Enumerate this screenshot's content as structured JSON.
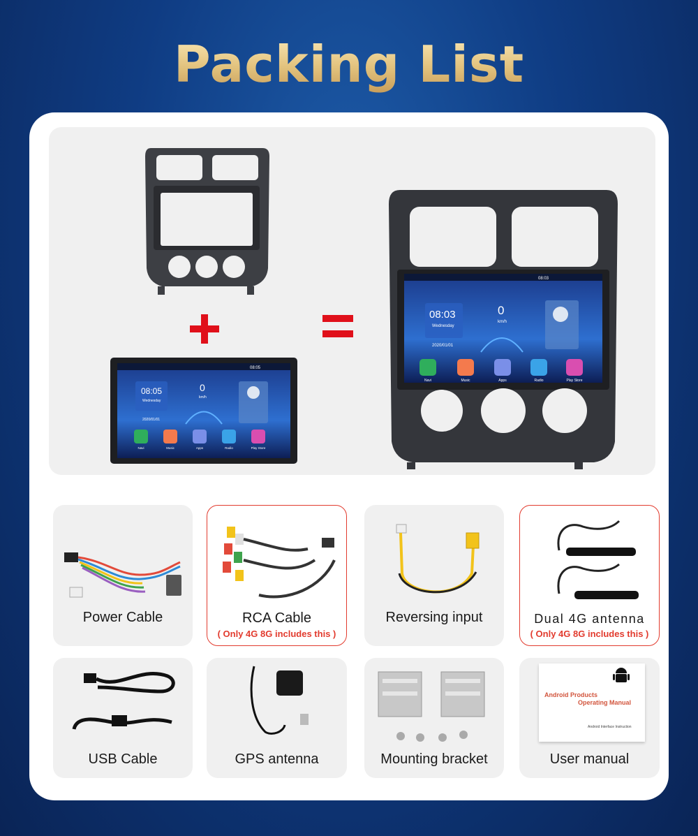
{
  "title": "Packing List",
  "colors": {
    "background": "#0f3c83",
    "title_gold": "#e8cf93",
    "accent_red": "#e23b2e"
  },
  "screen": {
    "time": "08:05",
    "day": "Wednesday",
    "date": "2020/01/01",
    "speed": "0",
    "speed_unit": "km/h",
    "status_time": "08:05",
    "apps": [
      "Navi",
      "Music",
      "Apps",
      "Radio",
      "Play Store"
    ]
  },
  "screen_large": {
    "time": "08:03",
    "day": "Wednesday",
    "date": "2020/01/01",
    "speed": "0",
    "speed_unit": "km/h",
    "status_time": "08:03",
    "apps": [
      "Navi",
      "Music",
      "Apps",
      "Radio",
      "Play Store"
    ]
  },
  "manual": {
    "line1": "Android Products",
    "line2": "Operating Manual",
    "footer": "Android Interface Instruction"
  },
  "items": {
    "power_cable": "Power Cable",
    "rca_cable": "RCA Cable",
    "rca_note": "( Only 4G 8G includes this )",
    "reversing_input": "Reversing input",
    "dual_4g_antenna": "Dual 4G antenna",
    "antenna_note": "( Only 4G 8G includes this )",
    "usb_cable": "USB Cable",
    "gps_antenna": "GPS antenna",
    "mounting_bracket": "Mounting bracket",
    "user_manual": "User manual"
  }
}
